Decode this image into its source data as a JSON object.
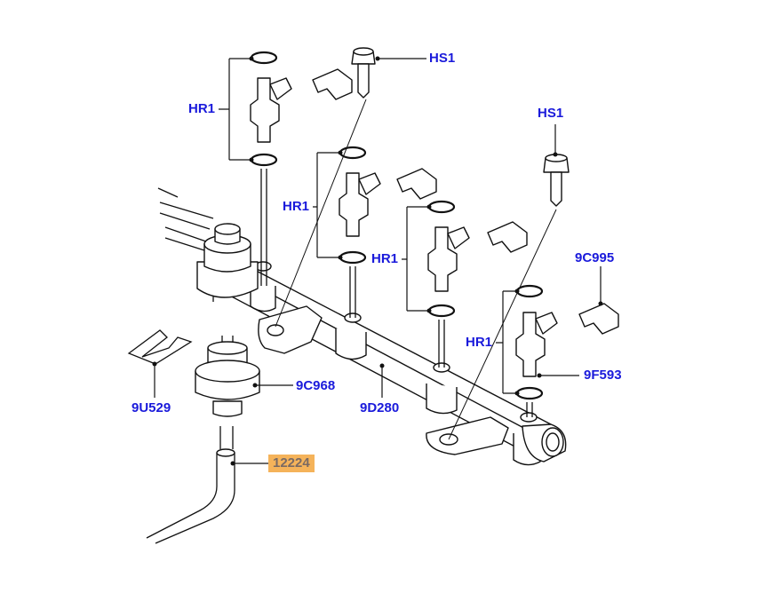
{
  "diagram": {
    "background": "#ffffff",
    "label_color": "#1a1adb",
    "highlight_color": "#f5b35a",
    "callouts": [
      {
        "id": "hs1-top",
        "text": "HS1"
      },
      {
        "id": "hr1-a",
        "text": "HR1"
      },
      {
        "id": "hs1-right",
        "text": "HS1"
      },
      {
        "id": "hr1-b",
        "text": "HR1"
      },
      {
        "id": "hr1-c",
        "text": "HR1"
      },
      {
        "id": "9c995",
        "text": "9C995"
      },
      {
        "id": "hr1-d",
        "text": "HR1"
      },
      {
        "id": "9f593",
        "text": "9F593"
      },
      {
        "id": "9c968",
        "text": "9C968"
      },
      {
        "id": "9u529",
        "text": "9U529"
      },
      {
        "id": "9d280",
        "text": "9D280"
      },
      {
        "id": "12224",
        "text": "12224",
        "highlighted": true
      }
    ]
  }
}
